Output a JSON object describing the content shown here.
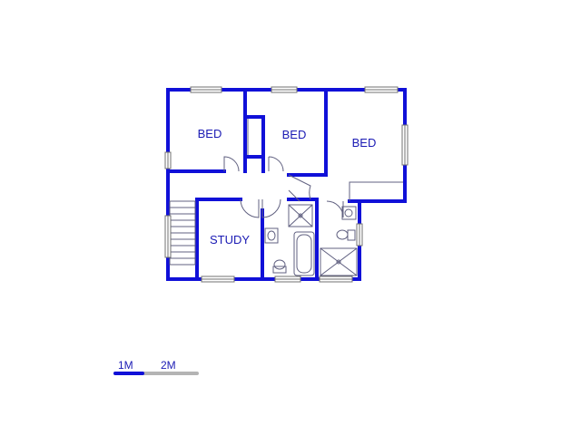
{
  "plan": {
    "colors": {
      "wall": "#1010d8",
      "thin_line": "#606080",
      "label": "#1a1ab4",
      "window": "#9a9a9a",
      "scale_gray": "#b4b4b4",
      "background": "#ffffff"
    },
    "rooms": [
      {
        "id": "bed-1",
        "label": "BED"
      },
      {
        "id": "bed-2",
        "label": "BED"
      },
      {
        "id": "bed-3",
        "label": "BED"
      },
      {
        "id": "study",
        "label": "STUDY"
      }
    ]
  },
  "scale_bar": {
    "label_1": "1M",
    "label_2": "2M"
  }
}
